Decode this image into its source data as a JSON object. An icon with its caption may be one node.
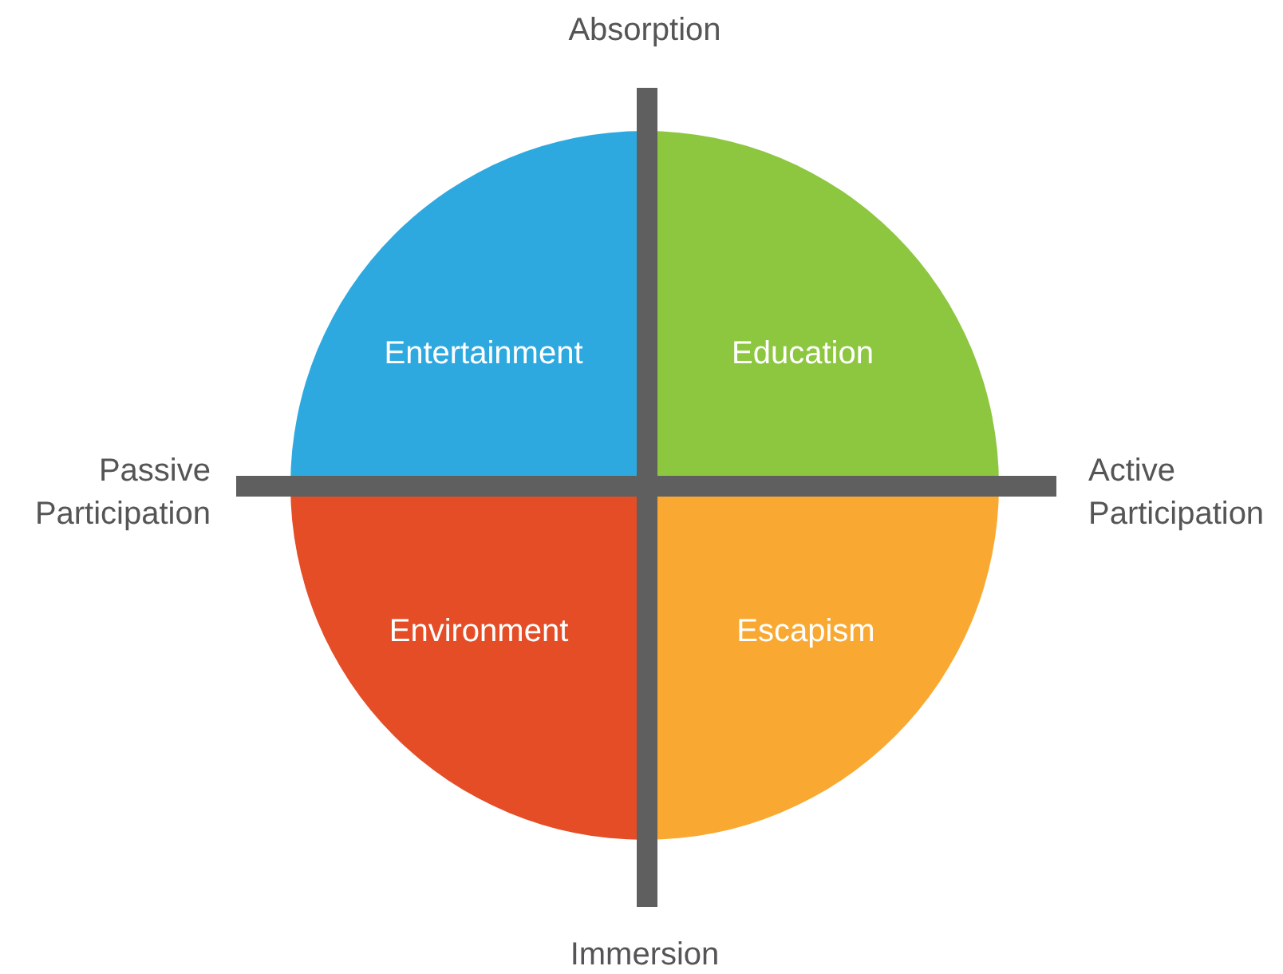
{
  "diagram": {
    "nodes": [
      {
        "text": [
          "Entertainment"
        ]
      },
      {
        "text": [
          "Education"
        ]
      },
      {
        "text": [
          "Environment"
        ]
      },
      {
        "text": [
          "Escapism"
        ]
      }
    ],
    "labels": [
      "Absorption",
      "Passive Participation",
      "Active Participation",
      "Immersion"
    ]
  }
}
